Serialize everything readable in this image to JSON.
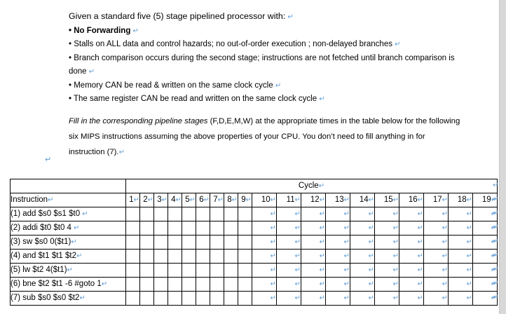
{
  "document": {
    "pilcrow_glyph": "↵",
    "accent_color": "#5b9bd5",
    "prose": [
      {
        "id": "lead",
        "text": "Given a standard five (5) stage pipelined processor with:",
        "style": "lead",
        "pilcrow": true
      },
      {
        "id": "b1",
        "text": "• No Forwarding",
        "style": "bold-bullet",
        "pilcrow": true
      },
      {
        "id": "b2",
        "text": "• Stalls on ALL data and control hazards; no out-of-order execution ; non-delayed branches",
        "style": "bullet",
        "pilcrow": true
      },
      {
        "id": "b3",
        "text": "• Branch comparison occurs during the second stage; instructions are not fetched until branch comparison is done",
        "style": "bullet-wrap",
        "pilcrow": true
      },
      {
        "id": "b4",
        "text": "• Memory CAN be read & written on the same clock cycle",
        "style": "bullet",
        "pilcrow": true
      },
      {
        "id": "b5",
        "text": "• The same register CAN be read and written on the same clock cycle",
        "style": "bullet",
        "pilcrow": true
      }
    ],
    "fill_instruction": {
      "italic_part": "Fill in the corresponding pipeline stages",
      "rest_part": " (F,D,E,M,W) at the appropriate times in the table below for the following six MIPS instructions assuming the above properties of your CPU. You don’t need to fill anything in for instruction (7).",
      "pilcrow": true
    },
    "stray_pilcrow": "↵"
  },
  "table": {
    "cycle_header_label": "Cycle",
    "instruction_header_label": "Instruction",
    "cycle_columns": [
      "1",
      "2",
      "3",
      "4",
      "5",
      "6",
      "7",
      "8",
      "9",
      "10",
      "11",
      "12",
      "13",
      "14",
      "15",
      "16",
      "17",
      "18",
      "19"
    ],
    "narrow_count": 9,
    "rows": [
      {
        "instruction": "(1) add $s0 $s1 $t0",
        "cells": [
          "",
          "",
          "",
          "",
          "",
          "",
          "",
          "",
          "",
          "↵",
          "↵",
          "↵",
          "↵",
          "↵",
          "↵",
          "↵",
          "↵",
          "↵",
          "↵"
        ]
      },
      {
        "instruction": "(2) addi $t0 $t0 4",
        "cells": [
          "",
          "",
          "",
          "",
          "",
          "",
          "",
          "",
          "",
          "↵",
          "↵",
          "↵",
          "↵",
          "↵",
          "↵",
          "↵",
          "↵",
          "↵",
          "↵"
        ]
      },
      {
        "instruction": "(3) sw $s0 0($t1)",
        "cells": [
          "",
          "",
          "",
          "",
          "",
          "",
          "",
          "",
          "",
          "↵",
          "↵",
          "↵",
          "↵",
          "↵",
          "↵",
          "↵",
          "↵",
          "↵",
          "↵"
        ]
      },
      {
        "instruction": "(4) and $t1 $t1 $t2",
        "cells": [
          "",
          "",
          "",
          "",
          "",
          "",
          "",
          "",
          "",
          "↵",
          "↵",
          "↵",
          "↵",
          "↵",
          "↵",
          "↵",
          "↵",
          "↵",
          "↵"
        ]
      },
      {
        "instruction": "(5) lw $t2 4($t1)",
        "cells": [
          "",
          "",
          "",
          "",
          "",
          "",
          "",
          "",
          "",
          "↵",
          "↵",
          "↵",
          "↵",
          "↵",
          "↵",
          "↵",
          "↵",
          "↵",
          "↵"
        ]
      },
      {
        "instruction": "(6) bne $t2 $t1 -6 #goto 1",
        "cells": [
          "",
          "",
          "",
          "",
          "",
          "",
          "",
          "",
          "",
          "↵",
          "↵",
          "↵",
          "↵",
          "↵",
          "↵",
          "↵",
          "↵",
          "↵",
          "↵"
        ]
      },
      {
        "instruction": "(7) sub $s0 $s0 $t2",
        "cells": [
          "",
          "",
          "",
          "",
          "",
          "",
          "",
          "",
          "",
          "↵",
          "↵",
          "↵",
          "↵",
          "↵",
          "↵",
          "↵",
          "↵",
          "↵",
          "↵"
        ]
      }
    ],
    "row_end_marks": [
      "↵",
      "↵",
      "↵",
      "↵",
      "↵",
      "↵",
      "↵",
      "↵",
      "↵"
    ]
  }
}
